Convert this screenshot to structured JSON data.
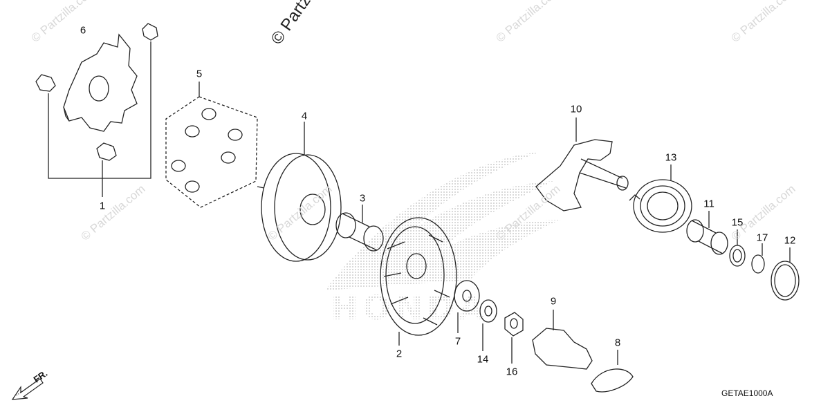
{
  "watermark_text": "© Partzilla.com",
  "main_watermark_text": "© Partz",
  "diagram_code": "GETAE1000A",
  "direction_label": "FR.",
  "callouts": {
    "p1": "1",
    "p2": "2",
    "p3": "3",
    "p4": "4",
    "p5": "5",
    "p6": "6",
    "p7": "7",
    "p8": "8",
    "p9": "9",
    "p10": "10",
    "p11": "11",
    "p12": "12",
    "p13": "13",
    "p14": "14",
    "p15": "15",
    "p16": "16",
    "p17": "17"
  },
  "colors": {
    "line": "#222222",
    "watermark": "#d8d8d8",
    "logo_dots": "#bdbdbd"
  }
}
